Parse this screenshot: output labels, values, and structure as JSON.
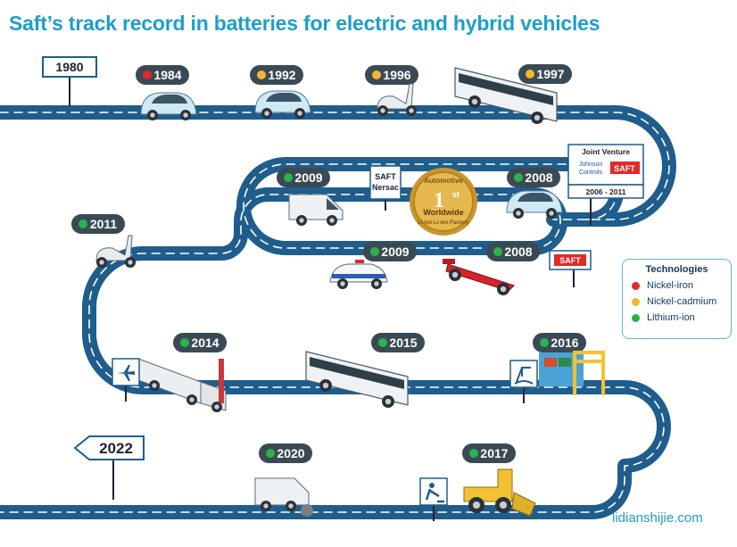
{
  "title": "Saft’s track record in batteries for electric and hybrid vehicles",
  "legend": {
    "title": "Technologies",
    "items": [
      {
        "label": "Nickel-iron",
        "color": "#e02a2a"
      },
      {
        "label": "Nickel-cadmium",
        "color": "#f2b632"
      },
      {
        "label": "Lithium-ion",
        "color": "#28b34b"
      }
    ]
  },
  "signs": {
    "start": "1980",
    "end": "2022",
    "nersac": [
      "SAFT",
      "Nersac"
    ],
    "jv_title": "Joint Venture",
    "jv_partner": [
      "Johnson",
      "Controls"
    ],
    "jv_brand": "SAFT",
    "jv_years": "2006 - 2011",
    "saft_logo": "SAFT"
  },
  "medal": {
    "top": "Automotive",
    "rank": "1",
    "rank_suffix": "st",
    "middle": "Worldwide",
    "bottom": "Li-ion Li-ion Factory"
  },
  "milestones": [
    {
      "year": "1984",
      "tech": "Nickel-iron",
      "vehicle": "city-car"
    },
    {
      "year": "1992",
      "tech": "Nickel-cadmium",
      "vehicle": "city-car"
    },
    {
      "year": "1996",
      "tech": "Nickel-cadmium",
      "vehicle": "scooter"
    },
    {
      "year": "1997",
      "tech": "Nickel-cadmium",
      "vehicle": "bus"
    },
    {
      "year": "2008",
      "tech": "Lithium-ion",
      "vehicle": "city-car"
    },
    {
      "year": "2009",
      "tech": "Lithium-ion",
      "vehicle": "van"
    },
    {
      "year": "2009",
      "tech": "Lithium-ion",
      "vehicle": "police-car"
    },
    {
      "year": "2008",
      "tech": "Lithium-ion",
      "vehicle": "race-car"
    },
    {
      "year": "2011",
      "tech": "Lithium-ion",
      "vehicle": "scooter"
    },
    {
      "year": "2014",
      "tech": "Lithium-ion",
      "vehicle": "airport-truck"
    },
    {
      "year": "2015",
      "tech": "Lithium-ion",
      "vehicle": "bus"
    },
    {
      "year": "2016",
      "tech": "Lithium-ion",
      "vehicle": "port-crane"
    },
    {
      "year": "2020",
      "tech": "Lithium-ion",
      "vehicle": "street-sweeper"
    },
    {
      "year": "2017",
      "tech": "Lithium-ion",
      "vehicle": "wheel-loader"
    }
  ],
  "watermark": "lidianshijie.com"
}
